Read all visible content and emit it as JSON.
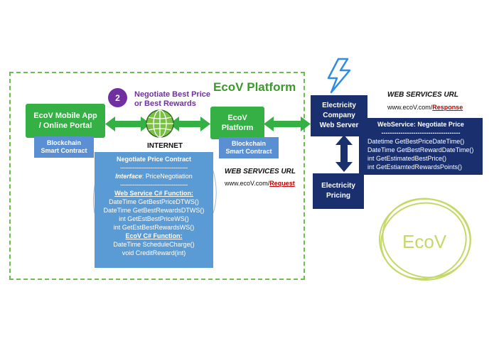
{
  "platform": {
    "title": "EcoV Platform"
  },
  "step": {
    "number": "2",
    "label_line1": "Negotiate Best Price",
    "label_line2": "or Best Rewards"
  },
  "mobile_app": {
    "line1": "EcoV Mobile App",
    "line2": "/ Online Portal",
    "tab_line1": "Blockchain",
    "tab_line2": "Smart Contract"
  },
  "internet": {
    "label": "INTERNET"
  },
  "ecov_platform": {
    "line1": "EcoV",
    "line2": "Platform",
    "tab_line1": "Blockchain",
    "tab_line2": "Smart Contract"
  },
  "contract": {
    "title": "Negotiate Price Contract",
    "divider": "--------------------------------------",
    "interface_label": "Interface",
    "interface_value": ":  PriceNegotiation",
    "ws_heading": "Web Service C# Function:",
    "ws_functions": [
      "DateTime GetBestPriceDTWS()",
      "DateTime GetBestRewardsDTWS()",
      "int GetEstBestPriceWS()",
      "int GetEstBestRewardsWS()"
    ],
    "ecov_heading": "EcoV C# Function:",
    "ecov_functions": [
      "DateTime ScheduleCharge()",
      "void CreditReward(int)"
    ]
  },
  "request_ws": {
    "title": "WEB SERVICES URL",
    "url_prefix": "www.ecoV.com/",
    "url_link": "Request"
  },
  "response_ws": {
    "title": "WEB SERVICES URL",
    "url_prefix": "www.ecoV.com/",
    "url_link": "Response"
  },
  "electricity_server": {
    "line1": "Electricity",
    "line2": "Company",
    "line3": "Web Server"
  },
  "electricity_pricing": {
    "line1": "Electricity",
    "line2": "Pricing"
  },
  "response_box": {
    "title": "WebService: Negotiate Price",
    "divider": "-------------------------------------",
    "lines": [
      "Datetime GetBestPriceDateTime()",
      "DateTime GetBestRewardDateTime()",
      "int GetEstimatedBestPrice()",
      "int GetEstiamtedRewardsPoints()"
    ]
  },
  "logo": {
    "text": "EcoV"
  },
  "colors": {
    "green": "#35b045",
    "navy": "#1a2f6e",
    "blue": "#5b9bd5",
    "purple": "#7030a0",
    "lime": "#c4d96a"
  }
}
